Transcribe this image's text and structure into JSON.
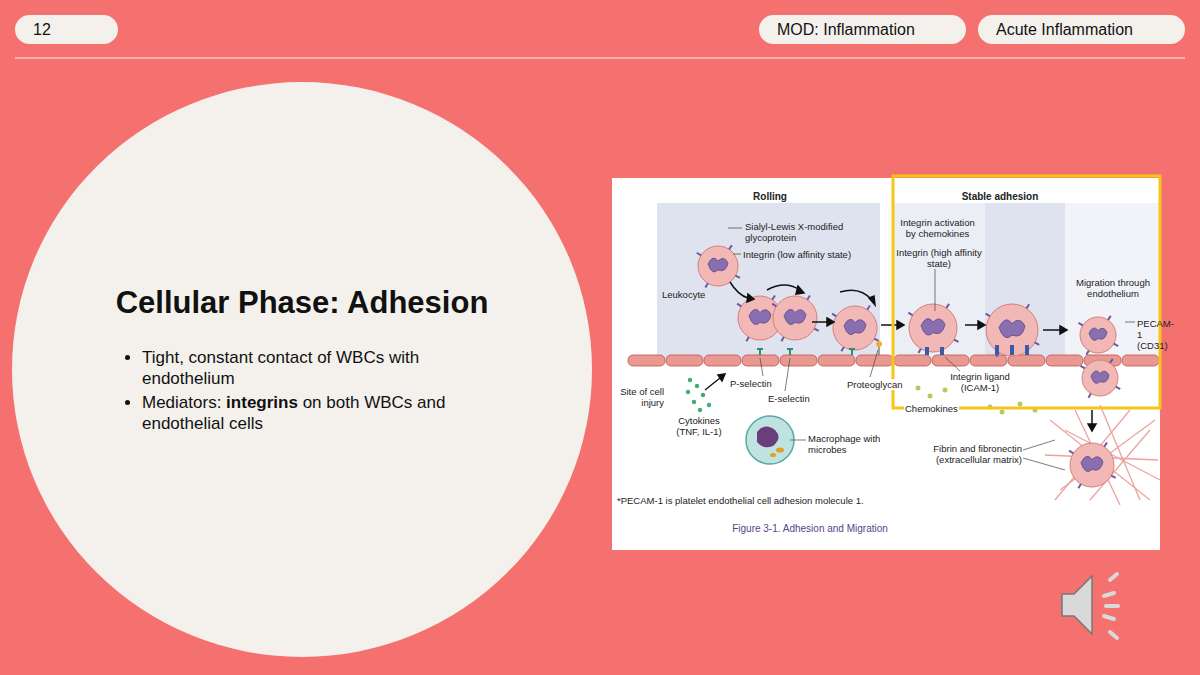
{
  "diagram": {
    "title": "Cellular Phase: Adhesion",
    "caption": "Figure 3-1. Adhesion and Migration",
    "nodes": [
      {
        "text": [
          "12"
        ]
      },
      {
        "text": [
          "MOD: Inflammation"
        ]
      },
      {
        "text": [
          "Acute Inflammation"
        ]
      },
      {
        "text": [
          "Tight, constant contact of WBCs with endothelium",
          "Mediators: integrins on both WBCs and endothelial cells"
        ]
      }
    ],
    "edges": [],
    "labels": [
      "Rolling",
      "Stable adhesion",
      "Sialyl-Lewis X-modified glycoprotein",
      "Integrin (low affinity state)",
      "Leukocyte",
      "Integrin activation by chemokines",
      "Integrin (high affinity state)",
      "Migration through endothelium",
      "PECAM-1 (CD31)",
      "P-selectin",
      "E-selectin",
      "Proteoglycan",
      "Integrin ligand (ICAM-1)",
      "Chemokines",
      "Site of cell injury",
      "Cytokines (TNF, IL-1)",
      "Macrophage with microbes",
      "Fibrin and fibronectin (extracellular matrix)",
      "*PECAM-1 is platelet endothelial cell adhesion molecule 1."
    ]
  }
}
